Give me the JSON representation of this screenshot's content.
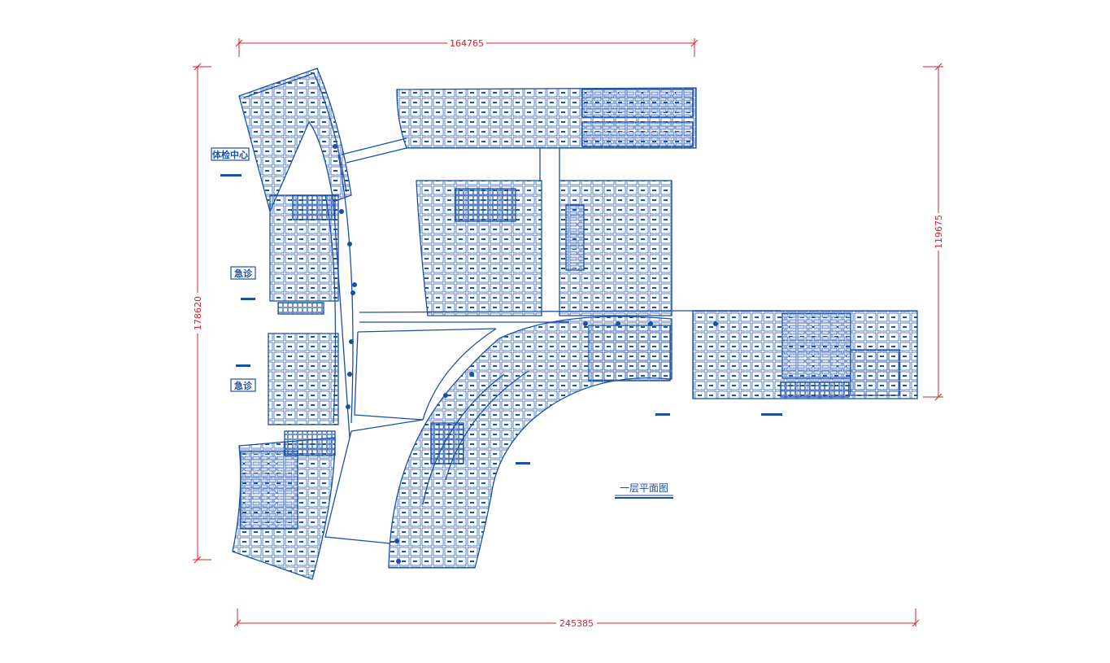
{
  "dimensions": {
    "top": "164765",
    "bottom": "245385",
    "left": "178620",
    "right": "119675"
  },
  "labels": {
    "checkup_center": "体检中心",
    "emergency": "急诊",
    "outpatient": "急诊"
  },
  "title": "一层平面图",
  "colors": {
    "plan": "#1a4fa8",
    "dimension": "#d8202a"
  }
}
